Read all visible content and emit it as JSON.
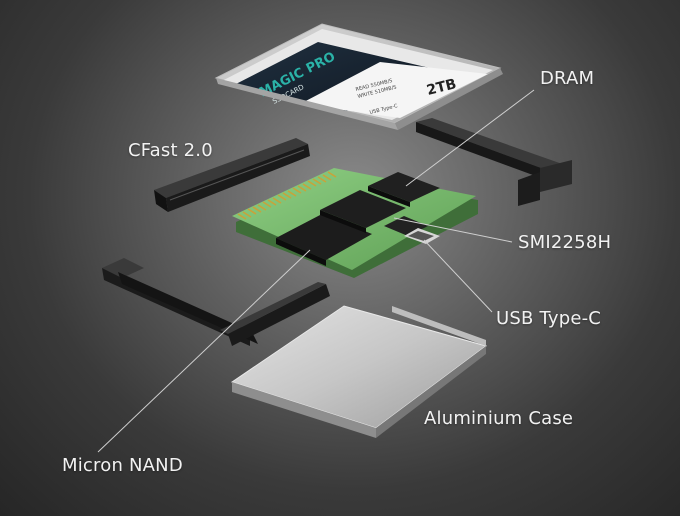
{
  "labels": {
    "dram": "DRAM",
    "cfast": "CFast 2.0",
    "smi": "SMI2258H",
    "usb": "USB Type-C",
    "aluminium": "Aluminium Case",
    "nand": "Micron NAND"
  },
  "card": {
    "brand": "MAGIC PRO",
    "product": "SSDCARD",
    "capacity": "2TB",
    "read_speed": "READ 550MB/S",
    "write_speed": "WRITE 510MB/S",
    "usb_marking": "USB Type-C"
  },
  "colors": {
    "pcb": "#7fbf74",
    "chip": "#1c1c1c",
    "case": "#c9c9c9",
    "label_text": "#f2f2f2"
  }
}
